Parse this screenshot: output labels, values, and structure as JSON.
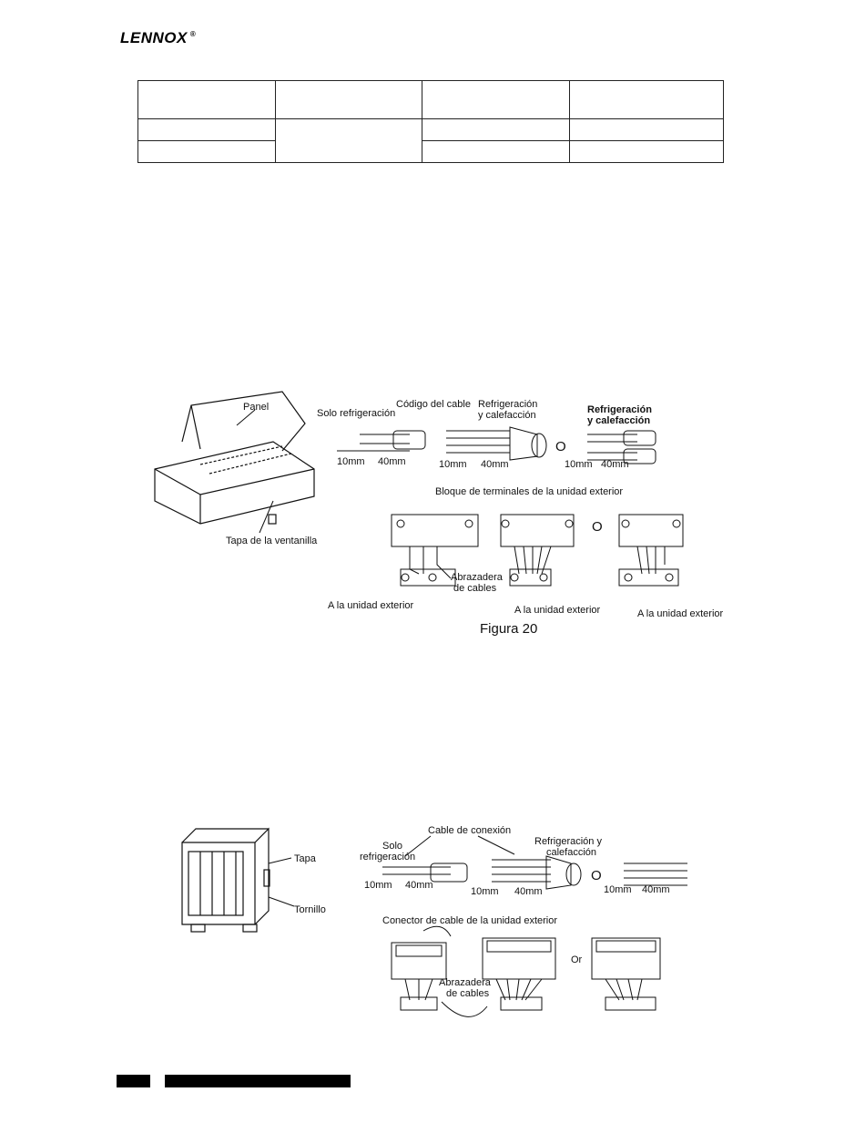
{
  "header": {
    "brand": "LENNOX",
    "registered_mark": "®"
  },
  "table": {
    "rows": 3,
    "cols": 4
  },
  "figure20": {
    "labels": {
      "panel": "Panel",
      "window_cover": "Tapa de la ventanilla",
      "cooling_only": "Solo refrigeración",
      "cable_code": "Código del cable",
      "cool_heat_1": "Refrigeración",
      "cool_heat_2": "y calefacción",
      "or": "O",
      "dim_10": "10mm",
      "dim_40": "40mm",
      "terminal_block": "Bloque de terminales de la unidad exterior",
      "clamp_1": "Abrazadera",
      "clamp_2": "de cables",
      "to_outdoor": "A la unidad exterior",
      "caption": "Figura 20"
    }
  },
  "figure21": {
    "labels": {
      "cover": "Tapa",
      "screw": "Tornillo",
      "connection_cable": "Cable de conexión",
      "cooling_only_1": "Solo",
      "cooling_only_2": "refrigeración",
      "cool_heat_1": "Refrigeración y",
      "cool_heat_2": "calefacción",
      "or": "O",
      "or_en": "Or",
      "dim_10": "10mm",
      "dim_40": "40mm",
      "connector": "Conector de cable de la unidad exterior",
      "clamp_1": "Abrazadera",
      "clamp_2": "de cables"
    }
  }
}
